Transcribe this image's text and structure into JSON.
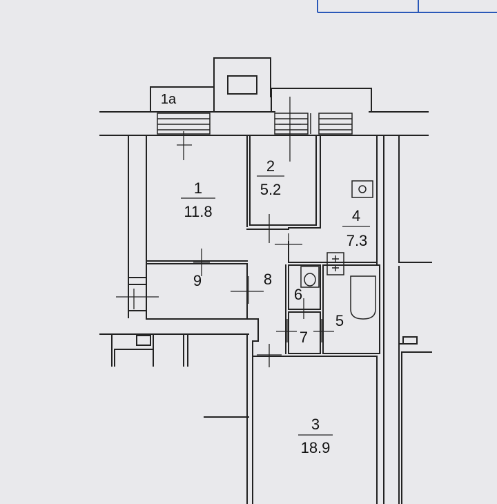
{
  "rooms": [
    {
      "id": "1a",
      "number": "1a",
      "area": ""
    },
    {
      "id": "1",
      "number": "1",
      "area": "11.8"
    },
    {
      "id": "2",
      "number": "2",
      "area": "5.2"
    },
    {
      "id": "3",
      "number": "3",
      "area": "18.9"
    },
    {
      "id": "4",
      "number": "4",
      "area": "7.3"
    },
    {
      "id": "5",
      "number": "5",
      "area": ""
    },
    {
      "id": "6",
      "number": "6",
      "area": ""
    },
    {
      "id": "7",
      "number": "7",
      "area": ""
    },
    {
      "id": "8",
      "number": "8",
      "area": ""
    },
    {
      "id": "9",
      "number": "9",
      "area": ""
    }
  ],
  "colors": {
    "background": "#e9e9ec",
    "line": "#222222",
    "accent_blue": "#2a58b8"
  }
}
